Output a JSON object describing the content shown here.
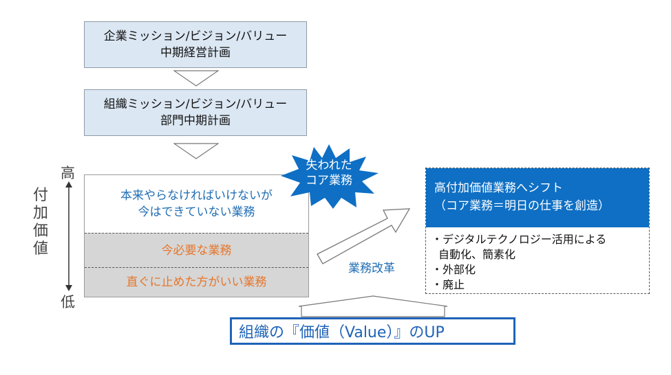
{
  "top_box1": {
    "line1": "企業ミッション/ビジョン/バリュー",
    "line2": "中期経営計画"
  },
  "top_box2": {
    "line1": "組織ミッション/ビジョン/バリュー",
    "line2": "部門中期計画"
  },
  "axis": {
    "title": "付加価値",
    "high": "高",
    "low": "低"
  },
  "main_box": {
    "seg1_line1": "本来やらなければいけないが",
    "seg1_line2": "今はできていない業務",
    "seg2": "今必要な業務",
    "seg3": "直ぐに止めた方がいい業務"
  },
  "burst": {
    "line1": "失われた",
    "line2": "コア業務"
  },
  "reform_label": "業務改革",
  "right_box": {
    "title_line1": "高付加価値業務へシフト",
    "title_line2": "（コア業務＝明日の仕事を創造）",
    "items": [
      {
        "line1": "・デジタルテクノロジー活用による",
        "line2": "自動化、簡素化"
      },
      {
        "line1": "・外部化"
      },
      {
        "line1": "・廃止"
      }
    ]
  },
  "bottom_label": "組織の『価値（Value）』のUP",
  "colors": {
    "blue": "#0e6fc4",
    "orange": "#e5762c",
    "light_blue": "#dbe7f3",
    "gray": "#d6d6d6",
    "border_blue": "#1e63b8"
  }
}
